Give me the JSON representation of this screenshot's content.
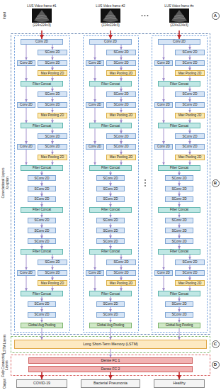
{
  "diagram": {
    "nodes": [
      {
        "text": [
          "LUS Video frame #1",
          "(224x224x3)"
        ]
      },
      {
        "text": [
          "LUS Video frame #2",
          "(224x224x3)"
        ]
      },
      {
        "text": [
          "LUS Video frame #n",
          "(224x224x3)"
        ]
      },
      {
        "text": [
          "A"
        ]
      },
      {
        "text": [
          "Conv 2D"
        ]
      },
      {
        "text": [
          "Conv 2D"
        ]
      },
      {
        "text": [
          "SConv 2D"
        ]
      },
      {
        "text": [
          "SConv 2D"
        ]
      },
      {
        "text": [
          "Max Pooling 2D"
        ]
      },
      {
        "text": [
          "Filter Concat"
        ]
      },
      {
        "text": [
          "Conv 2D"
        ]
      },
      {
        "text": [
          "SConv 2D"
        ]
      },
      {
        "text": [
          "SConv 2D"
        ]
      },
      {
        "text": [
          "Max Pooling 2D"
        ]
      },
      {
        "text": [
          "Filter Concat"
        ]
      },
      {
        "text": [
          "Conv 2D"
        ]
      },
      {
        "text": [
          "SConv 2D"
        ]
      },
      {
        "text": [
          "SConv 2D"
        ]
      },
      {
        "text": [
          "Max Pooling 2D"
        ]
      },
      {
        "text": [
          "Filter Concat"
        ]
      },
      {
        "text": [
          "SConv 2D"
        ]
      },
      {
        "text": [
          "SConv 2D"
        ]
      },
      {
        "text": [
          "SConv 2D"
        ]
      },
      {
        "text": [
          "Filter Concat"
        ]
      },
      {
        "text": [
          "SConv 2D"
        ]
      },
      {
        "text": [
          "SConv 2D"
        ]
      },
      {
        "text": [
          "SConv 2D"
        ]
      },
      {
        "text": [
          "Filter Concat"
        ]
      },
      {
        "text": [
          "Conv 2D"
        ]
      },
      {
        "text": [
          "SConv 2D"
        ]
      },
      {
        "text": [
          "SConv 2D"
        ]
      },
      {
        "text": [
          "Max Pooling 2D"
        ]
      },
      {
        "text": [
          "Filter Concat"
        ]
      },
      {
        "text": [
          "SConv 2D"
        ]
      },
      {
        "text": [
          "SConv 2D"
        ]
      },
      {
        "text": [
          "Global Avg Pooling"
        ]
      },
      {
        "text": [
          "Conv 2D"
        ]
      },
      {
        "text": [
          "Conv 2D"
        ]
      },
      {
        "text": [
          "SConv 2D"
        ]
      },
      {
        "text": [
          "SConv 2D"
        ]
      },
      {
        "text": [
          "Max Pooling 2D"
        ]
      },
      {
        "text": [
          "Filter Concat"
        ]
      },
      {
        "text": [
          "Conv 2D"
        ]
      },
      {
        "text": [
          "SConv 2D"
        ]
      },
      {
        "text": [
          "SConv 2D"
        ]
      },
      {
        "text": [
          "Max Pooling 2D"
        ]
      },
      {
        "text": [
          "Filter Concat"
        ]
      },
      {
        "text": [
          "Conv 2D"
        ]
      },
      {
        "text": [
          "SConv 2D"
        ]
      },
      {
        "text": [
          "SConv 2D"
        ]
      },
      {
        "text": [
          "Max Pooling 2D"
        ]
      },
      {
        "text": [
          "Filter Concat"
        ]
      },
      {
        "text": [
          "SConv 2D"
        ]
      },
      {
        "text": [
          "SConv 2D"
        ]
      },
      {
        "text": [
          "SConv 2D"
        ]
      },
      {
        "text": [
          "Filter Concat"
        ]
      },
      {
        "text": [
          "SConv 2D"
        ]
      },
      {
        "text": [
          "SConv 2D"
        ]
      },
      {
        "text": [
          "SConv 2D"
        ]
      },
      {
        "text": [
          "Filter Concat"
        ]
      },
      {
        "text": [
          "Conv 2D"
        ]
      },
      {
        "text": [
          "SConv 2D"
        ]
      },
      {
        "text": [
          "SConv 2D"
        ]
      },
      {
        "text": [
          "Max Pooling 2D"
        ]
      },
      {
        "text": [
          "Filter Concat"
        ]
      },
      {
        "text": [
          "SConv 2D"
        ]
      },
      {
        "text": [
          "SConv 2D"
        ]
      },
      {
        "text": [
          "Global Avg Pooling"
        ]
      },
      {
        "text": [
          "Conv 2D"
        ]
      },
      {
        "text": [
          "Conv 2D"
        ]
      },
      {
        "text": [
          "SConv 2D"
        ]
      },
      {
        "text": [
          "SConv 2D"
        ]
      },
      {
        "text": [
          "Max Pooling 2D"
        ]
      },
      {
        "text": [
          "Filter Concat"
        ]
      },
      {
        "text": [
          "Conv 2D"
        ]
      },
      {
        "text": [
          "SConv 2D"
        ]
      },
      {
        "text": [
          "SConv 2D"
        ]
      },
      {
        "text": [
          "Max Pooling 2D"
        ]
      },
      {
        "text": [
          "Filter Concat"
        ]
      },
      {
        "text": [
          "Conv 2D"
        ]
      },
      {
        "text": [
          "SConv 2D"
        ]
      },
      {
        "text": [
          "SConv 2D"
        ]
      },
      {
        "text": [
          "Max Pooling 2D"
        ]
      },
      {
        "text": [
          "Filter Concat"
        ]
      },
      {
        "text": [
          "SConv 2D"
        ]
      },
      {
        "text": [
          "SConv 2D"
        ]
      },
      {
        "text": [
          "SConv 2D"
        ]
      },
      {
        "text": [
          "Filter Concat"
        ]
      },
      {
        "text": [
          "SConv 2D"
        ]
      },
      {
        "text": [
          "SConv 2D"
        ]
      },
      {
        "text": [
          "SConv 2D"
        ]
      },
      {
        "text": [
          "Filter Concat"
        ]
      },
      {
        "text": [
          "Conv 2D"
        ]
      },
      {
        "text": [
          "SConv 2D"
        ]
      },
      {
        "text": [
          "SConv 2D"
        ]
      },
      {
        "text": [
          "Max Pooling 2D"
        ]
      },
      {
        "text": [
          "Filter Concat"
        ]
      },
      {
        "text": [
          "SConv 2D"
        ]
      },
      {
        "text": [
          "SConv 2D"
        ]
      },
      {
        "text": [
          "Global Avg Pooling"
        ]
      },
      {
        "text": [
          "B"
        ]
      },
      {
        "text": [
          "Long Short-Term Memory (LSTM)"
        ]
      },
      {
        "text": [
          "C"
        ]
      },
      {
        "text": [
          "Dense FC 1"
        ]
      },
      {
        "text": [
          "Dense FC 2"
        ]
      },
      {
        "text": [
          "D"
        ]
      },
      {
        "text": [
          "COVID-19"
        ]
      },
      {
        "text": [
          "Bacterial Pneumonia"
        ]
      },
      {
        "text": [
          "Healthy"
        ]
      }
    ],
    "edges": [
      {
        "from": 0,
        "to": 4,
        "arrow": "to"
      },
      {
        "from": 1,
        "to": 36,
        "arrow": "to"
      },
      {
        "from": 2,
        "to": 68,
        "arrow": "to"
      },
      {
        "from": 4,
        "to": 5,
        "arrow": "to"
      },
      {
        "from": 4,
        "to": 6,
        "arrow": "to"
      },
      {
        "from": 6,
        "to": 7,
        "arrow": "to"
      },
      {
        "from": 7,
        "to": 8,
        "arrow": "to"
      },
      {
        "from": 5,
        "to": 9,
        "arrow": "to"
      },
      {
        "from": 8,
        "to": 9,
        "arrow": "to"
      },
      {
        "from": 9,
        "to": 10,
        "arrow": "to"
      },
      {
        "from": 9,
        "to": 11,
        "arrow": "to"
      },
      {
        "from": 11,
        "to": 12,
        "arrow": "to"
      },
      {
        "from": 12,
        "to": 13,
        "arrow": "to"
      },
      {
        "from": 10,
        "to": 14,
        "arrow": "to"
      },
      {
        "from": 13,
        "to": 14,
        "arrow": "to"
      },
      {
        "from": 14,
        "to": 15,
        "arrow": "to"
      },
      {
        "from": 14,
        "to": 16,
        "arrow": "to"
      },
      {
        "from": 16,
        "to": 17,
        "arrow": "to"
      },
      {
        "from": 17,
        "to": 18,
        "arrow": "to"
      },
      {
        "from": 15,
        "to": 19,
        "arrow": "to"
      },
      {
        "from": 18,
        "to": 19,
        "arrow": "to"
      },
      {
        "from": 19,
        "to": 20,
        "arrow": "to"
      },
      {
        "from": 20,
        "to": 21,
        "arrow": "to"
      },
      {
        "from": 21,
        "to": 22,
        "arrow": "to"
      },
      {
        "from": 22,
        "to": 23,
        "arrow": "to"
      },
      {
        "from": 23,
        "to": 24,
        "arrow": "to"
      },
      {
        "from": 24,
        "to": 25,
        "arrow": "to"
      },
      {
        "from": 25,
        "to": 26,
        "arrow": "to"
      },
      {
        "from": 26,
        "to": 27,
        "arrow": "to"
      },
      {
        "from": 27,
        "to": 28,
        "arrow": "to"
      },
      {
        "from": 27,
        "to": 29,
        "arrow": "to"
      },
      {
        "from": 29,
        "to": 30,
        "arrow": "to"
      },
      {
        "from": 30,
        "to": 31,
        "arrow": "to"
      },
      {
        "from": 28,
        "to": 32,
        "arrow": "to"
      },
      {
        "from": 31,
        "to": 32,
        "arrow": "to"
      },
      {
        "from": 32,
        "to": 33,
        "arrow": "to"
      },
      {
        "from": 33,
        "to": 34,
        "arrow": "to"
      },
      {
        "from": 34,
        "to": 35,
        "arrow": "to"
      },
      {
        "from": 35,
        "to": 101,
        "arrow": "to"
      },
      {
        "from": 36,
        "to": 37,
        "arrow": "to"
      },
      {
        "from": 36,
        "to": 38,
        "arrow": "to"
      },
      {
        "from": 38,
        "to": 39,
        "arrow": "to"
      },
      {
        "from": 39,
        "to": 40,
        "arrow": "to"
      },
      {
        "from": 37,
        "to": 41,
        "arrow": "to"
      },
      {
        "from": 40,
        "to": 41,
        "arrow": "to"
      },
      {
        "from": 41,
        "to": 42,
        "arrow": "to"
      },
      {
        "from": 41,
        "to": 43,
        "arrow": "to"
      },
      {
        "from": 43,
        "to": 44,
        "arrow": "to"
      },
      {
        "from": 44,
        "to": 45,
        "arrow": "to"
      },
      {
        "from": 42,
        "to": 46,
        "arrow": "to"
      },
      {
        "from": 45,
        "to": 46,
        "arrow": "to"
      },
      {
        "from": 46,
        "to": 47,
        "arrow": "to"
      },
      {
        "from": 46,
        "to": 48,
        "arrow": "to"
      },
      {
        "from": 48,
        "to": 49,
        "arrow": "to"
      },
      {
        "from": 49,
        "to": 50,
        "arrow": "to"
      },
      {
        "from": 47,
        "to": 51,
        "arrow": "to"
      },
      {
        "from": 50,
        "to": 51,
        "arrow": "to"
      },
      {
        "from": 51,
        "to": 52,
        "arrow": "to"
      },
      {
        "from": 52,
        "to": 53,
        "arrow": "to"
      },
      {
        "from": 53,
        "to": 54,
        "arrow": "to"
      },
      {
        "from": 54,
        "to": 55,
        "arrow": "to"
      },
      {
        "from": 55,
        "to": 56,
        "arrow": "to"
      },
      {
        "from": 56,
        "to": 57,
        "arrow": "to"
      },
      {
        "from": 57,
        "to": 58,
        "arrow": "to"
      },
      {
        "from": 58,
        "to": 59,
        "arrow": "to"
      },
      {
        "from": 59,
        "to": 60,
        "arrow": "to"
      },
      {
        "from": 59,
        "to": 61,
        "arrow": "to"
      },
      {
        "from": 61,
        "to": 62,
        "arrow": "to"
      },
      {
        "from": 62,
        "to": 63,
        "arrow": "to"
      },
      {
        "from": 60,
        "to": 64,
        "arrow": "to"
      },
      {
        "from": 63,
        "to": 64,
        "arrow": "to"
      },
      {
        "from": 64,
        "to": 65,
        "arrow": "to"
      },
      {
        "from": 65,
        "to": 66,
        "arrow": "to"
      },
      {
        "from": 66,
        "to": 67,
        "arrow": "to"
      },
      {
        "from": 67,
        "to": 101,
        "arrow": "to"
      },
      {
        "from": 68,
        "to": 69,
        "arrow": "to"
      },
      {
        "from": 68,
        "to": 70,
        "arrow": "to"
      },
      {
        "from": 70,
        "to": 71,
        "arrow": "to"
      },
      {
        "from": 71,
        "to": 72,
        "arrow": "to"
      },
      {
        "from": 69,
        "to": 73,
        "arrow": "to"
      },
      {
        "from": 72,
        "to": 73,
        "arrow": "to"
      },
      {
        "from": 73,
        "to": 74,
        "arrow": "to"
      },
      {
        "from": 73,
        "to": 75,
        "arrow": "to"
      },
      {
        "from": 75,
        "to": 76,
        "arrow": "to"
      },
      {
        "from": 76,
        "to": 77,
        "arrow": "to"
      },
      {
        "from": 74,
        "to": 78,
        "arrow": "to"
      },
      {
        "from": 77,
        "to": 78,
        "arrow": "to"
      },
      {
        "from": 78,
        "to": 79,
        "arrow": "to"
      },
      {
        "from": 78,
        "to": 80,
        "arrow": "to"
      },
      {
        "from": 80,
        "to": 81,
        "arrow": "to"
      },
      {
        "from": 81,
        "to": 82,
        "arrow": "to"
      },
      {
        "from": 79,
        "to": 83,
        "arrow": "to"
      },
      {
        "from": 82,
        "to": 83,
        "arrow": "to"
      },
      {
        "from": 83,
        "to": 84,
        "arrow": "to"
      },
      {
        "from": 84,
        "to": 85,
        "arrow": "to"
      },
      {
        "from": 85,
        "to": 86,
        "arrow": "to"
      },
      {
        "from": 86,
        "to": 87,
        "arrow": "to"
      },
      {
        "from": 87,
        "to": 88,
        "arrow": "to"
      },
      {
        "from": 88,
        "to": 89,
        "arrow": "to"
      },
      {
        "from": 89,
        "to": 90,
        "arrow": "to"
      },
      {
        "from": 90,
        "to": 91,
        "arrow": "to"
      },
      {
        "from": 91,
        "to": 92,
        "arrow": "to"
      },
      {
        "from": 91,
        "to": 93,
        "arrow": "to"
      },
      {
        "from": 93,
        "to": 94,
        "arrow": "to"
      },
      {
        "from": 94,
        "to": 95,
        "arrow": "to"
      },
      {
        "from": 92,
        "to": 96,
        "arrow": "to"
      },
      {
        "from": 95,
        "to": 96,
        "arrow": "to"
      },
      {
        "from": 96,
        "to": 97,
        "arrow": "to"
      },
      {
        "from": 97,
        "to": 98,
        "arrow": "to"
      },
      {
        "from": 98,
        "to": 99,
        "arrow": "to"
      },
      {
        "from": 99,
        "to": 101,
        "arrow": "to"
      },
      {
        "from": 101,
        "to": 103,
        "arrow": "to"
      },
      {
        "from": 104,
        "to": 106,
        "arrow": "to"
      },
      {
        "from": 104,
        "to": 107,
        "arrow": "to"
      },
      {
        "from": 104,
        "to": 108,
        "arrow": "to"
      }
    ],
    "labels": [
      "Input",
      "Convolutional Layers",
      "Xception",
      "LSTM Layers",
      "Fully Connected Layers",
      "Output"
    ]
  }
}
